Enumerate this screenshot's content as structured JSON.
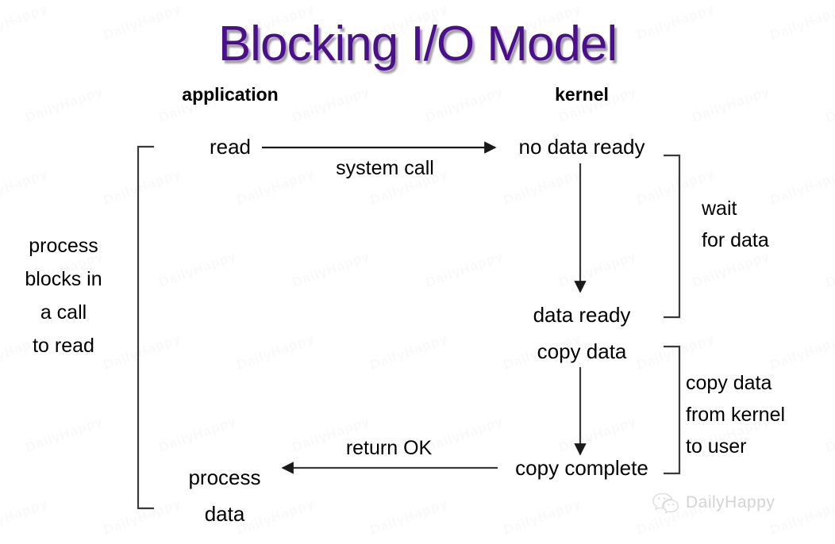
{
  "title": "Blocking I/O Model",
  "columns": {
    "application": "application",
    "kernel": "kernel"
  },
  "nodes": {
    "read": "read",
    "no_data_ready": "no data ready",
    "data_ready": "data ready",
    "copy_data": "copy data",
    "copy_complete": "copy complete",
    "process_data": "process\ndata"
  },
  "edge_labels": {
    "system_call": "system call",
    "return_ok": "return OK"
  },
  "bracket_labels": {
    "wait_for_data": "wait\nfor data",
    "copy_from_kernel": "copy data\nfrom kernel\nto user",
    "process_blocks": "process\nblocks in\na call\nto read"
  },
  "brand": {
    "name": "DailyHappy",
    "icon": "wechat-icon"
  },
  "colors": {
    "title_purple": "#4b0f8c",
    "title_shadow": "#828282",
    "ink": "#000000",
    "background": "#ffffff",
    "brand_gray": "#d4d4d4"
  },
  "watermark_text": "DailyHappy"
}
